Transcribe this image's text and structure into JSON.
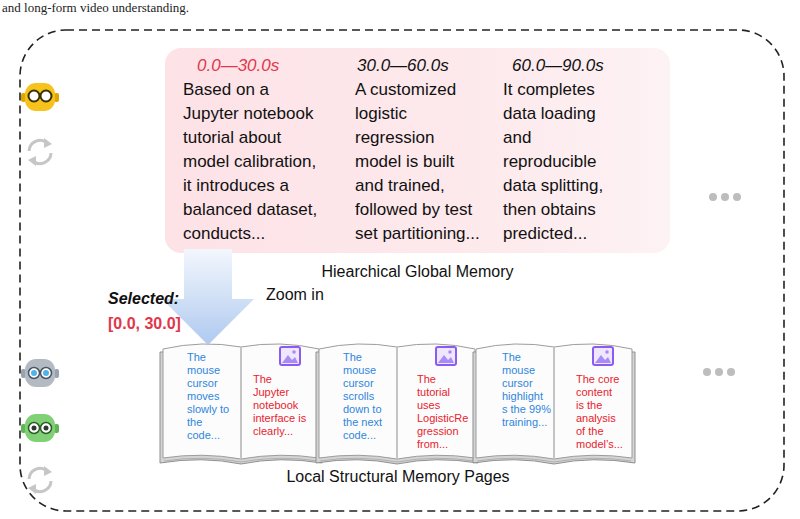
{
  "diagram": {
    "nodes": [
      {
        "text": [
          "Hiearchical Global Memory"
        ]
      },
      {
        "text": [
          "0.0—30.0s",
          "Based on a Jupyter notebook tutorial about model calibration, it introduces a balanced dataset, conducts..."
        ],
        "in": 0
      },
      {
        "text": [
          "30.0—60.0s",
          "A customized logistic regression model is built and trained, followed by test set partitioning..."
        ],
        "in": 0
      },
      {
        "text": [
          "60.0—90.0s",
          "It completes data loading and reproducible data splitting, then obtains predicted..."
        ],
        "in": 0
      },
      {
        "text": [
          "The mouse cursor moves slowly to the code..."
        ]
      },
      {
        "text": [
          "The Jupyter notebook interface is clearly..."
        ]
      },
      {
        "text": [
          "The mouse cursor scrolls down to the next code..."
        ]
      },
      {
        "text": [
          "The tutorial uses LogisticRe gression from..."
        ]
      },
      {
        "text": [
          "The mouse cursor highlight s the 99% training..."
        ]
      },
      {
        "text": [
          "The core content is the analysis of the model’s..."
        ]
      }
    ],
    "edges": [
      {
        "from": 1,
        "to": 4,
        "arrow": "to",
        "label": "Zoom in"
      }
    ],
    "labels": [
      "and long-form video understanding.",
      "Selected:",
      "[0.0, 30.0]",
      "Local Structural Memory Pages"
    ]
  }
}
